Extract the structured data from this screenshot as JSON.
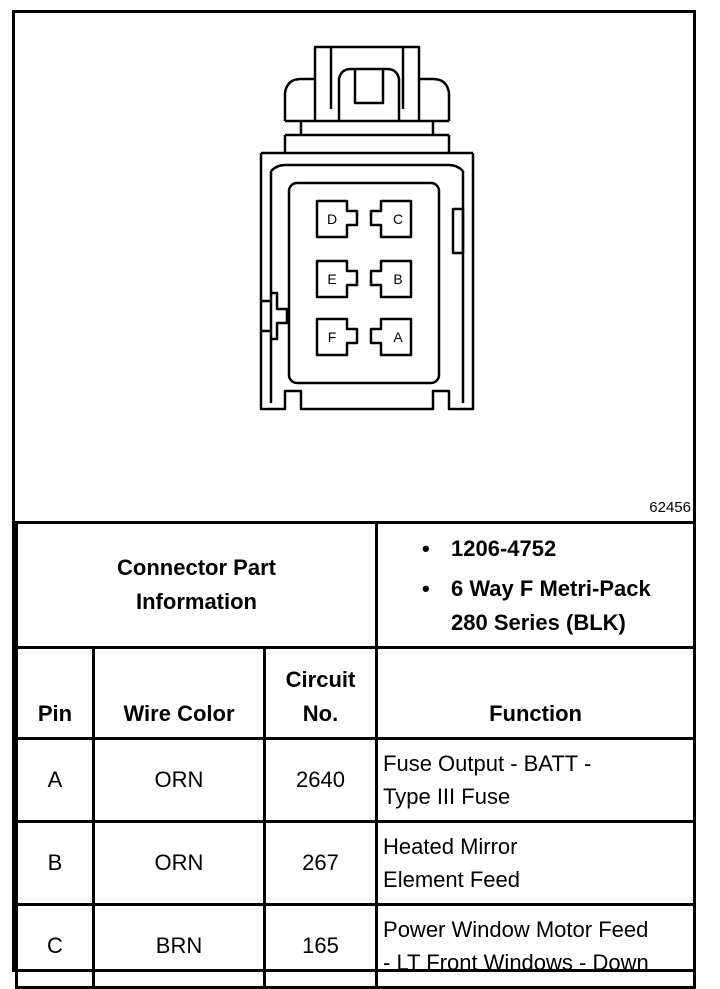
{
  "figure_number": "62456",
  "connector_diagram": {
    "cavities_left": [
      "D",
      "E",
      "F"
    ],
    "cavities_right": [
      "C",
      "B",
      "A"
    ]
  },
  "connector_part_information": {
    "label_line1": "Connector Part",
    "label_line2": "Information",
    "items": [
      "1206-4752",
      "6 Way F Metri-Pack 280 Series (BLK)"
    ]
  },
  "table": {
    "headers": {
      "pin": "Pin",
      "wire_color": "Wire Color",
      "circuit_line1": "Circuit",
      "circuit_line2": "No.",
      "function": "Function"
    },
    "rows": [
      {
        "pin": "A",
        "wire_color": "ORN",
        "circuit": "2640",
        "function_line1": "Fuse Output - BATT -",
        "function_line2": "Type III Fuse"
      },
      {
        "pin": "B",
        "wire_color": "ORN",
        "circuit": "267",
        "function_line1": "Heated Mirror",
        "function_line2": "Element Feed"
      },
      {
        "pin": "C",
        "wire_color": "BRN",
        "circuit": "165",
        "function_line1": "Power Window Motor Feed",
        "function_line2": "- LT Front Windows - Down"
      }
    ]
  }
}
